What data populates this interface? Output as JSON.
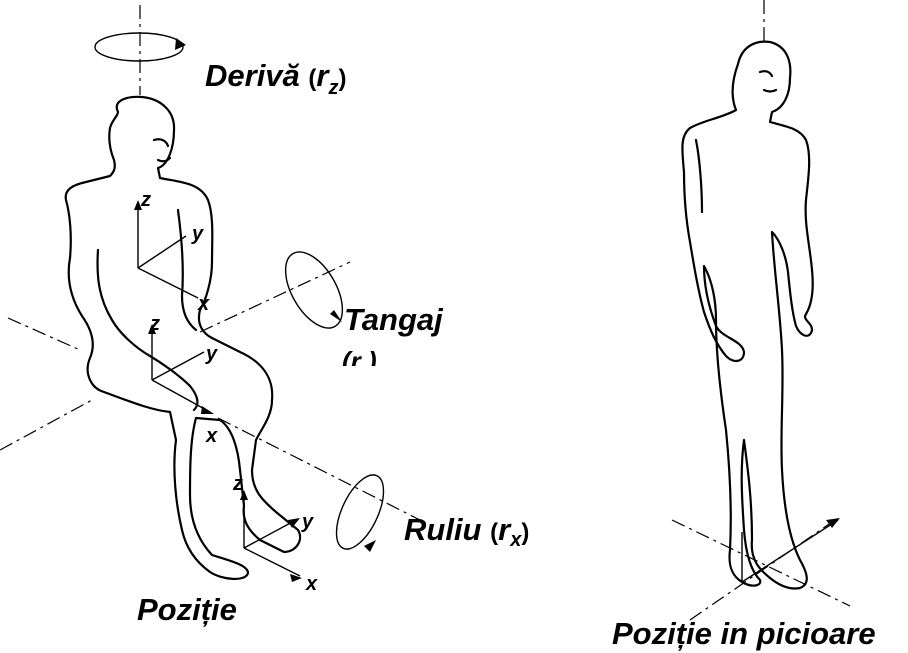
{
  "labels": {
    "yaw_name": "Derivă",
    "yaw_symbol": "(",
    "yaw_r": "r",
    "yaw_sub": "z",
    "yaw_close": ")",
    "pitch_name": "Tangaj",
    "pitch_partial": "(r )",
    "roll_name": "Ruliu",
    "roll_symbol": "(",
    "roll_r": "r",
    "roll_sub": "x",
    "roll_close": ")",
    "sitting_caption": "Poziție",
    "standing_caption": "Poziție in picioare"
  },
  "axes": {
    "z": "z",
    "y": "y",
    "x": "x"
  }
}
